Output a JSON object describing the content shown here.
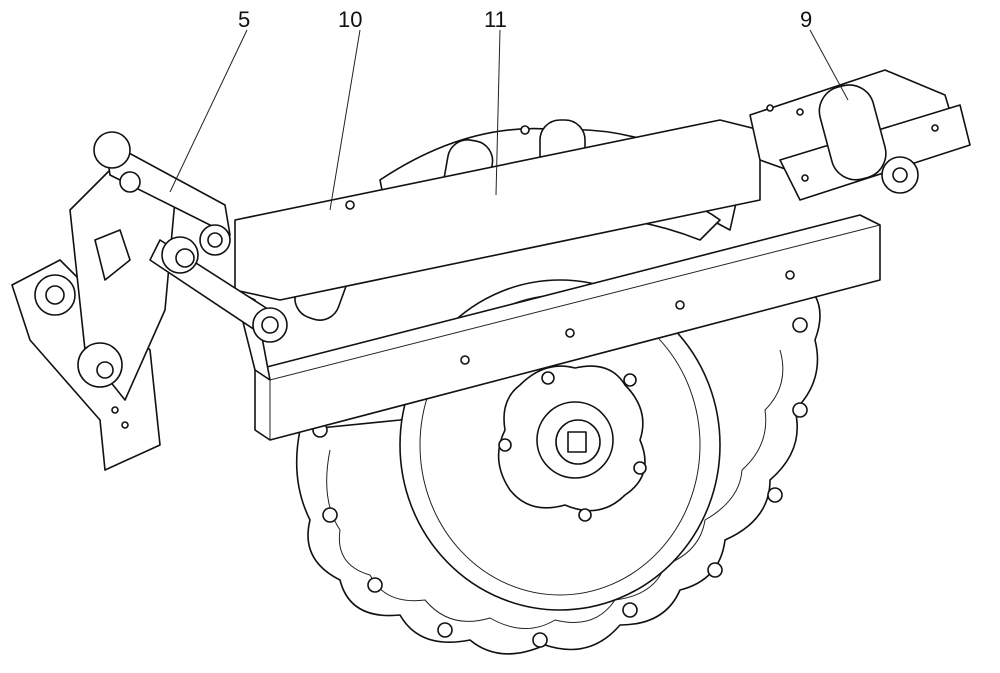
{
  "figure": {
    "labels": [
      {
        "id": "label-5",
        "text": "5"
      },
      {
        "id": "label-10",
        "text": "10"
      },
      {
        "id": "label-11",
        "text": "11"
      },
      {
        "id": "label-9",
        "text": "9"
      }
    ]
  }
}
